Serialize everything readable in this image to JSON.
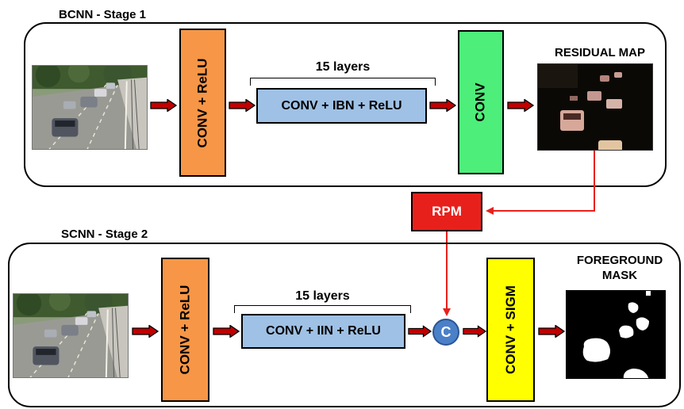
{
  "stage1": {
    "title": "BCNN - Stage 1",
    "block1_label": "CONV + ReLU",
    "layers_label": "15 layers",
    "middle_label": "CONV + IBN + ReLU",
    "block3_label": "CONV",
    "output_label": "RESIDUAL MAP"
  },
  "rpm": {
    "label": "RPM"
  },
  "stage2": {
    "title": "SCNN - Stage 2",
    "block1_label": "CONV + ReLU",
    "layers_label": "15 layers",
    "middle_label": "CONV + IIN + ReLU",
    "concat_label": "C",
    "block3_label": "CONV + SIGM",
    "output_label_line1": "FOREGROUND",
    "output_label_line2": "MASK"
  },
  "colors": {
    "conv_relu": "#f79646",
    "middle_block": "#9fc1e5",
    "conv": "#4dee7a",
    "conv_sigm": "#ffff00",
    "rpm": "#e8201c",
    "concat": "#4a80c8",
    "arrow_fill": "#c00000",
    "connector": "#e8201c"
  },
  "icons": {
    "input_image": "highway-traffic-photo",
    "residual_map": "residual-map-image",
    "foreground_mask": "binary-mask-image",
    "arrows": "right-arrow-icon"
  }
}
